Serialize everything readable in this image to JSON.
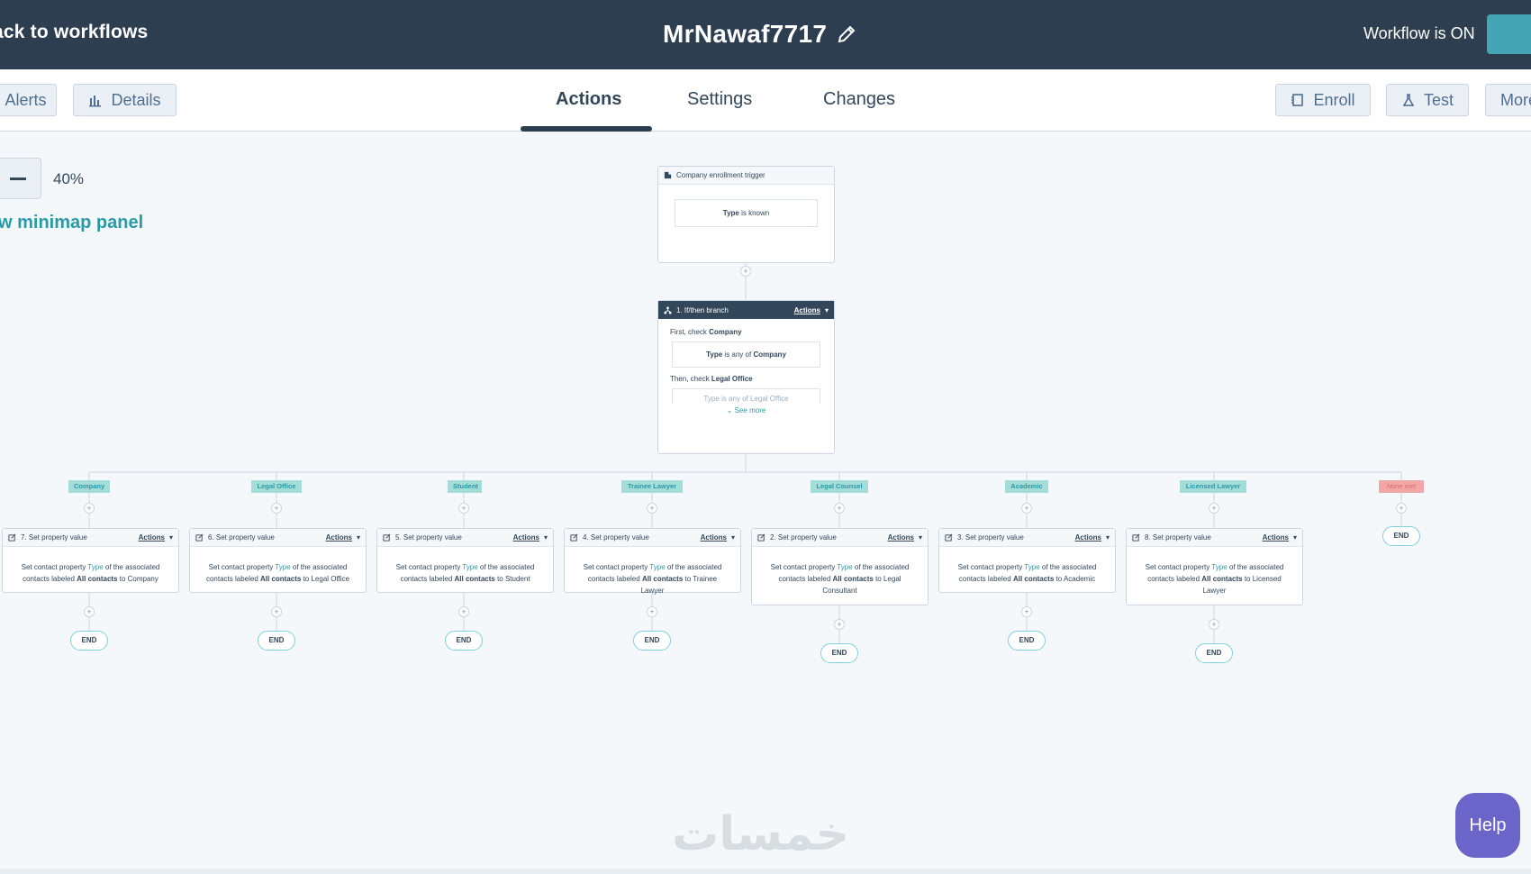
{
  "topbar": {
    "back_label": "ack to workflows",
    "workflow_name": "MrNawaf7717",
    "status": "Workflow is ON"
  },
  "subnav": {
    "alerts": "Alerts",
    "details": "Details",
    "tabs": [
      "Actions",
      "Settings",
      "Changes"
    ],
    "active_tab": "Actions",
    "enroll": "Enroll",
    "test": "Test",
    "more": "More"
  },
  "zoom": {
    "level": "40%",
    "minimap": "w minimap panel"
  },
  "trigger": {
    "title": "Company enrollment trigger",
    "filter_bold": "Type",
    "filter_rest": " is known"
  },
  "branch": {
    "title": "1. If/then branch",
    "actions": "Actions",
    "first_prefix": "First, check ",
    "first_name": "Company",
    "first_filter_a": "Type",
    "first_filter_b": " is any of ",
    "first_filter_c": "Company",
    "then_prefix": "Then, check ",
    "then_name": "Legal Office",
    "then_filter": "Type is any of Legal Office",
    "see_more": "See more"
  },
  "branches": [
    {
      "label": "Company",
      "title": "7. Set property value",
      "value": "Company"
    },
    {
      "label": "Legal Office",
      "title": "6. Set property value",
      "value": "Legal Office"
    },
    {
      "label": "Student",
      "title": "5. Set property value",
      "value": "Student"
    },
    {
      "label": "Trainee Lawyer",
      "title": "4. Set property value",
      "value": "Trainee Lawyer"
    },
    {
      "label": "Legal Counsel",
      "title": "2. Set property value",
      "value": "Legal Consultant"
    },
    {
      "label": "Academic",
      "title": "3. Set property value",
      "value": "Academic"
    },
    {
      "label": "Licensed Lawyer",
      "title": "8. Set property value",
      "value": "Licensed Lawyer"
    }
  ],
  "none_met": "None met",
  "action_text": {
    "a": "Set contact property ",
    "b": "Type",
    "c": " of the associated contacts labeled ",
    "d": "All contacts",
    "e": " to "
  },
  "actions_label": "Actions",
  "end_label": "END",
  "help": "Help",
  "watermark": "خمسات",
  "colors": {
    "topbar": "#2d3e50",
    "teal": "#2b9aa8",
    "branch_label": "#a4ddd8",
    "help": "#6b64c9"
  }
}
